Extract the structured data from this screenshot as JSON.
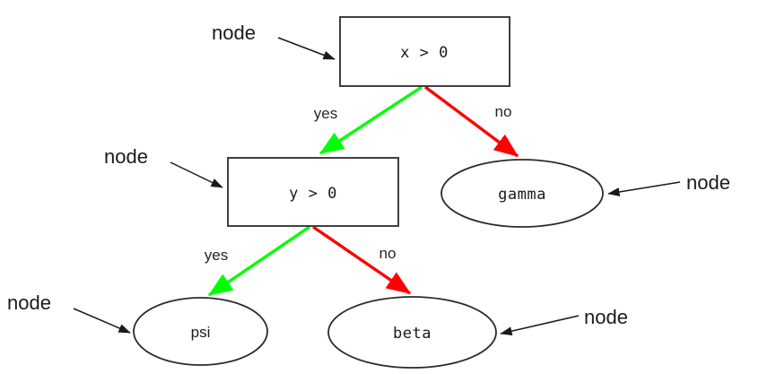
{
  "diagram": {
    "title": "decision-tree",
    "background_color": "#ffffff",
    "outline_color": "#2b2b2b",
    "yes_color": "#00ff00",
    "no_color": "#ff0000",
    "annotation_color": "#1a1a1a"
  },
  "nodes": [
    {
      "id": "root",
      "shape": "box",
      "label": "x > 0",
      "font": "mono"
    },
    {
      "id": "inner",
      "shape": "box",
      "label": "y > 0",
      "font": "mono"
    },
    {
      "id": "gamma",
      "shape": "ellipse",
      "label": "gamma",
      "font": "mono"
    },
    {
      "id": "psi",
      "shape": "ellipse",
      "label": "psi",
      "font": "sans"
    },
    {
      "id": "beta",
      "shape": "ellipse",
      "label": "beta",
      "font": "mono"
    }
  ],
  "edges": [
    {
      "from": "root",
      "to": "inner",
      "label": "yes",
      "color": "#00ff00"
    },
    {
      "from": "root",
      "to": "gamma",
      "label": "no",
      "color": "#ff0000"
    },
    {
      "from": "inner",
      "to": "psi",
      "label": "yes",
      "color": "#00ff00"
    },
    {
      "from": "inner",
      "to": "beta",
      "label": "no",
      "color": "#ff0000"
    }
  ],
  "annotations": [
    {
      "id": "annot-root",
      "label": "node",
      "target": "root",
      "side": "left"
    },
    {
      "id": "annot-inner",
      "label": "node",
      "target": "inner",
      "side": "left"
    },
    {
      "id": "annot-gamma",
      "label": "node",
      "target": "gamma",
      "side": "right"
    },
    {
      "id": "annot-psi",
      "label": "node",
      "target": "psi",
      "side": "left"
    },
    {
      "id": "annot-beta",
      "label": "node",
      "target": "beta",
      "side": "right"
    }
  ]
}
